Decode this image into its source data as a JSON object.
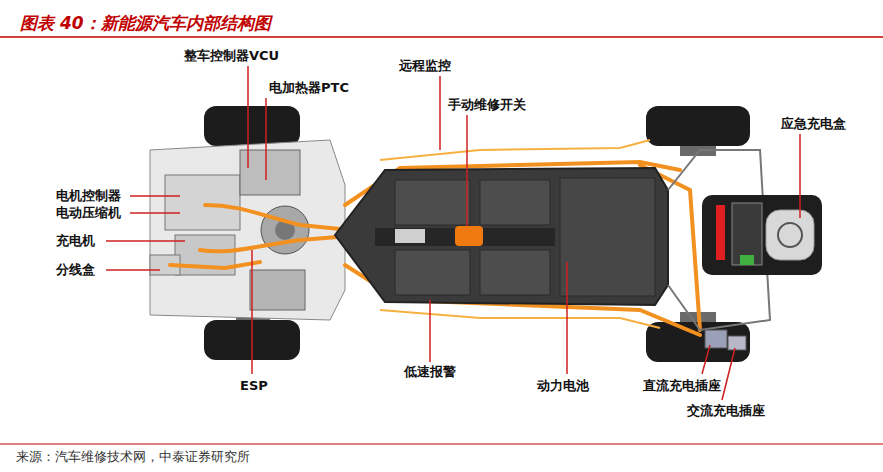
{
  "diagram": {
    "title": "图表 40：新能源汽车内部结构图",
    "caption": "来源：汽车维修技术网，中泰证券研究所",
    "labels": [
      "整车控制器VCU",
      "电加热器PTC",
      "远程监控",
      "手动维修开关",
      "应急充电盒",
      "电机控制器",
      "电动压缩机",
      "充电机",
      "分线盒",
      "ESP",
      "低速报警",
      "动力电池",
      "直流充电插座",
      "交流充电插座"
    ]
  }
}
